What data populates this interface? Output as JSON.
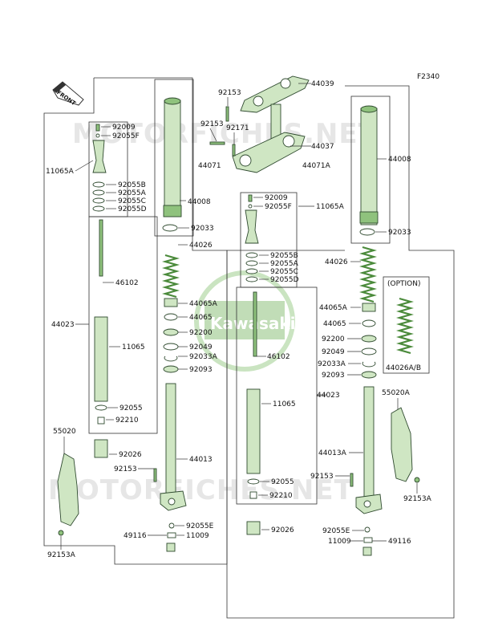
{
  "code": "F2340",
  "front_label": "FRONT",
  "watermark": "MOTORFICHES.NET",
  "logo_text": "Kawasaki",
  "option_label": "(OPTION)",
  "labels": {
    "p44039": "44039",
    "p92153_top": "92153",
    "p92153_top2": "92153",
    "p92171": "92171",
    "p44037": "44037",
    "L92009": "92009",
    "L92055F": "92055F",
    "L11065A": "11065A",
    "L92055B": "92055B",
    "L92055A": "92055A",
    "L92055C": "92055C",
    "L92055D": "92055D",
    "L46102": "46102",
    "L44023": "44023",
    "L11065": "11065",
    "L92055": "92055",
    "L92210": "92210",
    "L55020": "55020",
    "L92026": "92026",
    "L92153": "92153",
    "L92153A": "92153A",
    "L44071": "44071",
    "L44008": "44008",
    "L92033": "92033",
    "L44026": "44026",
    "L44065A": "44065A",
    "L44065": "44065",
    "L92200": "92200",
    "L92049": "92049",
    "L92033A": "92033A",
    "L92093": "92093",
    "L44013": "44013",
    "L92055E": "92055E",
    "L49116": "49116",
    "L11009": "11009",
    "R44071A": "44071A",
    "R92009": "92009",
    "R92055F": "92055F",
    "R11065A": "11065A",
    "R92055B": "92055B",
    "R92055A": "92055A",
    "R92055C": "92055C",
    "R92055D": "92055D",
    "R46102": "46102",
    "R44023": "44023",
    "R11065": "11065",
    "R92055": "92055",
    "R92210": "92210",
    "R92026": "92026",
    "R44008": "44008",
    "R92033": "92033",
    "R44026": "44026",
    "R44065A": "44065A",
    "R44065": "44065",
    "R92200": "92200",
    "R92049": "92049",
    "R92033A": "92033A",
    "R92093": "92093",
    "R44013A": "44013A",
    "R92153": "92153",
    "R92153A": "92153A",
    "R55020A": "55020A",
    "R92055E": "92055E",
    "R11009": "11009",
    "R49116": "49116",
    "R44026AB": "44026A/B"
  }
}
